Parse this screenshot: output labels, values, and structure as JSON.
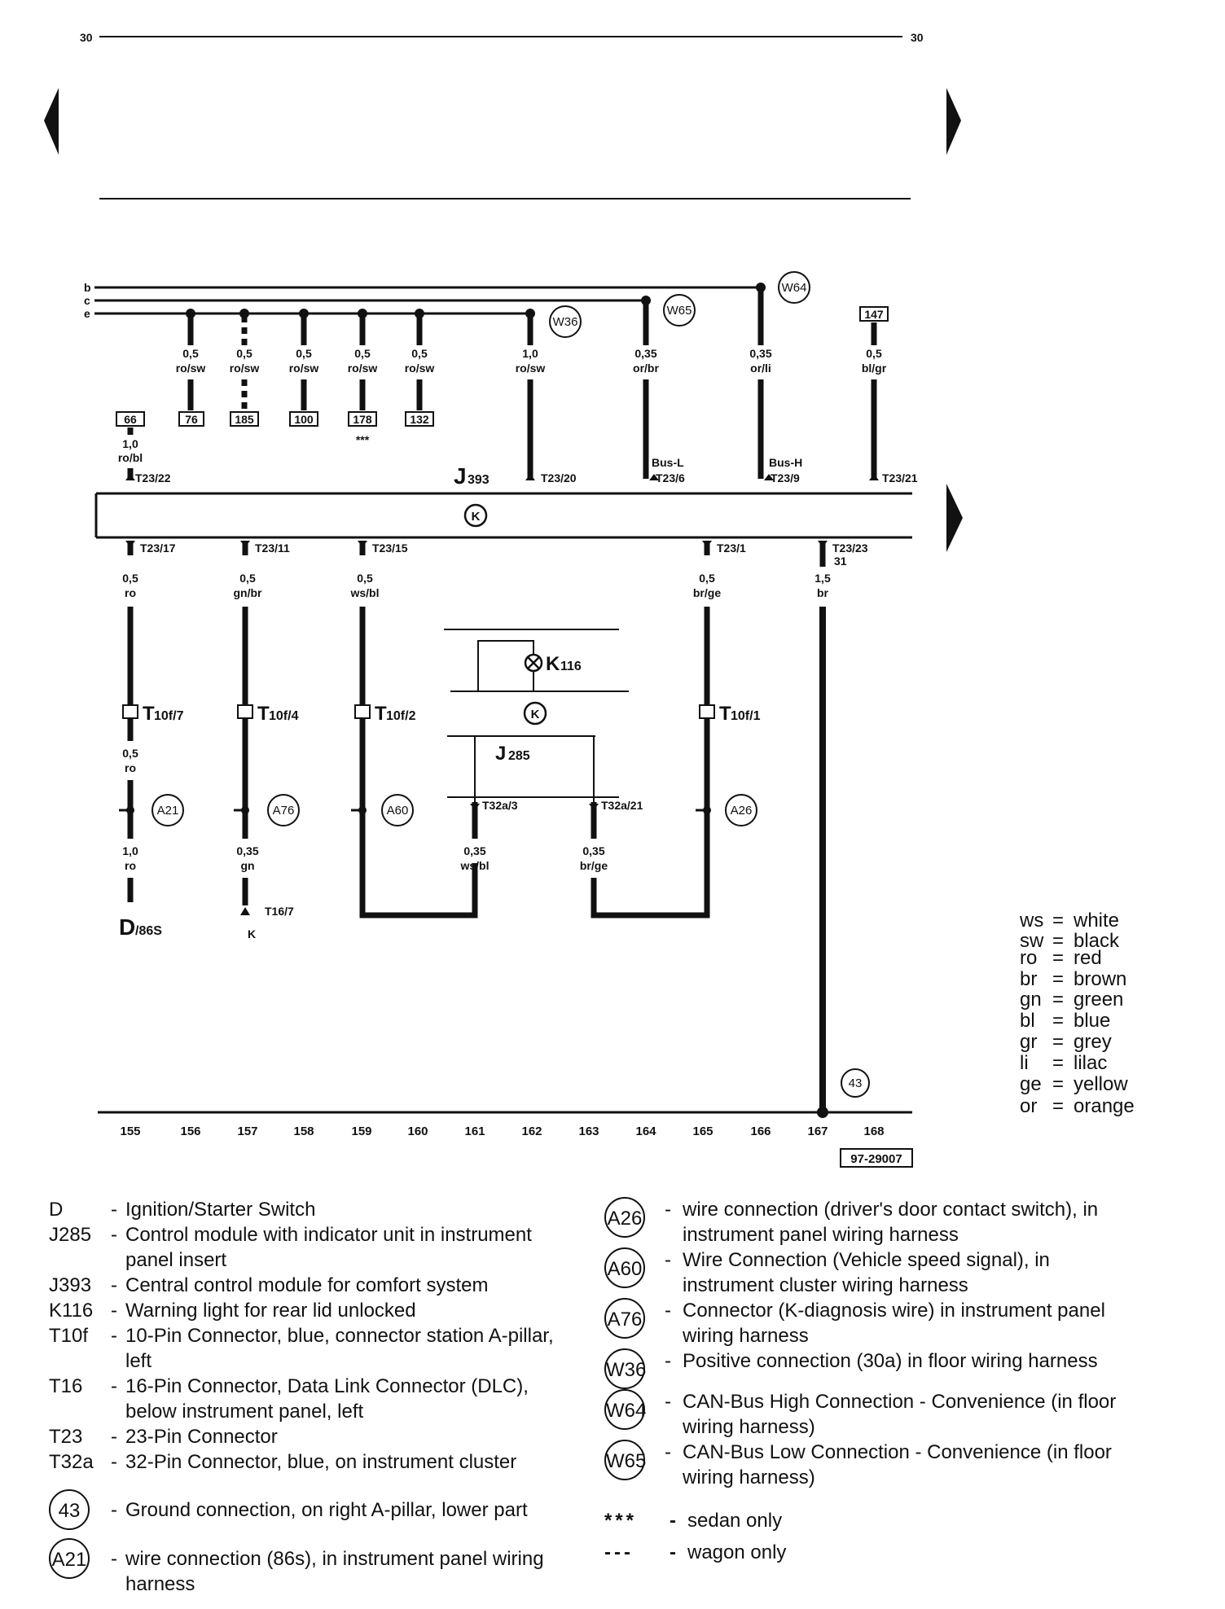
{
  "page": {
    "number_left": "30",
    "number_right": "30",
    "ref_box": "97-29007"
  },
  "rails": [
    "b",
    "c",
    "e"
  ],
  "wires": {
    "w156": {
      "size": "0,5",
      "color": "ro/sw",
      "ref": "76"
    },
    "w157": {
      "size": "0,5",
      "color": "ro/sw",
      "ref": "185"
    },
    "w158": {
      "size": "0,5",
      "color": "ro/sw",
      "ref": "100"
    },
    "w159": {
      "size": "0,5",
      "color": "ro/sw",
      "ref": "178",
      "note": "***"
    },
    "w160": {
      "size": "0,5",
      "color": "ro/sw",
      "ref": "132"
    },
    "w162": {
      "size": "1,0",
      "color": "ro/sw",
      "pin": "T23/20"
    },
    "w164": {
      "size": "0,35",
      "color": "or/br",
      "bus": "Bus-L",
      "pin": "T23/6"
    },
    "w166": {
      "size": "0,35",
      "color": "or/li",
      "bus": "Bus-H",
      "pin": "T23/9"
    },
    "w168": {
      "ref": "147",
      "size": "0,5",
      "color": "bl/gr",
      "pin": "T23/21"
    },
    "w155top": {
      "ref": "66",
      "size": "1,0",
      "color": "ro/bl",
      "pin": "T23/22"
    },
    "w155": {
      "pin": "T23/17",
      "size": "0,5",
      "color": "ro",
      "conn_code": "T",
      "conn_sub": "10f/7",
      "size2": "0,5",
      "color2": "ro",
      "size3": "1,0",
      "color3": "ro",
      "end_code": "D",
      "end_sub": "/86S"
    },
    "w157b": {
      "pin": "T23/11",
      "size": "0,5",
      "color": "gn/br",
      "conn_code": "T",
      "conn_sub": "10f/4",
      "size3": "0,35",
      "color3": "gn",
      "end_pin": "T16/7",
      "end": "K"
    },
    "w159b": {
      "pin": "T23/15",
      "size": "0,5",
      "color": "ws/bl",
      "conn_code": "T",
      "conn_sub": "10f/2"
    },
    "w161": {
      "pin": "T32a/3",
      "size": "0,35",
      "color": "ws/bl"
    },
    "w163": {
      "pin": "T32a/21",
      "size": "0,35",
      "color": "br/ge"
    },
    "w165": {
      "pin": "T23/1",
      "size": "0,5",
      "color": "br/ge",
      "conn_code": "T",
      "conn_sub": "10f/1"
    },
    "w167": {
      "pin": "T23/23",
      "pin_extra": "31",
      "size": "1,5",
      "color": "br"
    }
  },
  "components": {
    "j393": {
      "code": "J",
      "sub": "393",
      "symbol": "K"
    },
    "j285": {
      "code": "J",
      "sub": "285",
      "symbol": "K"
    },
    "k116": {
      "code": "K",
      "sub": "116"
    }
  },
  "circles": {
    "w36": "W36",
    "w65": "W65",
    "w64": "W64",
    "a21": "A21",
    "a76": "A76",
    "a60": "A60",
    "a26": "A26",
    "g43": "43"
  },
  "tracks": [
    "155",
    "156",
    "157",
    "158",
    "159",
    "160",
    "161",
    "162",
    "163",
    "164",
    "165",
    "166",
    "167",
    "168"
  ],
  "color_key": [
    {
      "code": "ws",
      "name": "white"
    },
    {
      "code": "sw",
      "name": "black"
    },
    {
      "code": "ro",
      "name": "red"
    },
    {
      "code": "br",
      "name": "brown"
    },
    {
      "code": "gn",
      "name": "green"
    },
    {
      "code": "bl",
      "name": "blue"
    },
    {
      "code": "gr",
      "name": "grey"
    },
    {
      "code": "li",
      "name": "lilac"
    },
    {
      "code": "ge",
      "name": "yellow"
    },
    {
      "code": "or",
      "name": "orange"
    }
  ],
  "legend_left": [
    {
      "code": "D",
      "desc": "Ignition/Starter Switch"
    },
    {
      "code": "J285",
      "desc": "Control module with indicator unit in instrument panel insert"
    },
    {
      "code": "J393",
      "desc": "Central control module for comfort system"
    },
    {
      "code": "K116",
      "desc": "Warning light for rear lid unlocked"
    },
    {
      "code": "T10f",
      "desc": "10-Pin Connector, blue, connector station A-pillar, left"
    },
    {
      "code": "T16",
      "desc": "16-Pin Connector, Data Link Connector (DLC), below instrument panel, left"
    },
    {
      "code": "T23",
      "desc": "23-Pin Connector"
    },
    {
      "code": "T32a",
      "desc": "32-Pin Connector, blue, on instrument cluster"
    }
  ],
  "legend_left_circles": [
    {
      "code": "43",
      "desc": "Ground connection, on right A-pillar, lower part"
    },
    {
      "code": "A21",
      "desc": "wire connection (86s), in instrument panel wiring harness"
    }
  ],
  "legend_right": [
    {
      "code": "A26",
      "desc": "wire connection (driver's door contact switch), in instrument panel wiring harness"
    },
    {
      "code": "A60",
      "desc": "Wire Connection (Vehicle speed signal), in instrument cluster wiring harness"
    },
    {
      "code": "A76",
      "desc": "Connector (K-diagnosis wire) in instrument panel wiring harness"
    },
    {
      "code": "W36",
      "desc": "Positive connection (30a) in floor wiring harness"
    },
    {
      "code": "W64",
      "desc": "CAN-Bus High Connection - Convenience (in floor wiring harness)"
    },
    {
      "code": "W65",
      "desc": "CAN-Bus Low Connection - Convenience (in floor wiring harness)"
    }
  ],
  "symbols": [
    {
      "sym": "***",
      "desc": "sedan only"
    },
    {
      "sym": "---",
      "desc": "wagon only"
    }
  ]
}
